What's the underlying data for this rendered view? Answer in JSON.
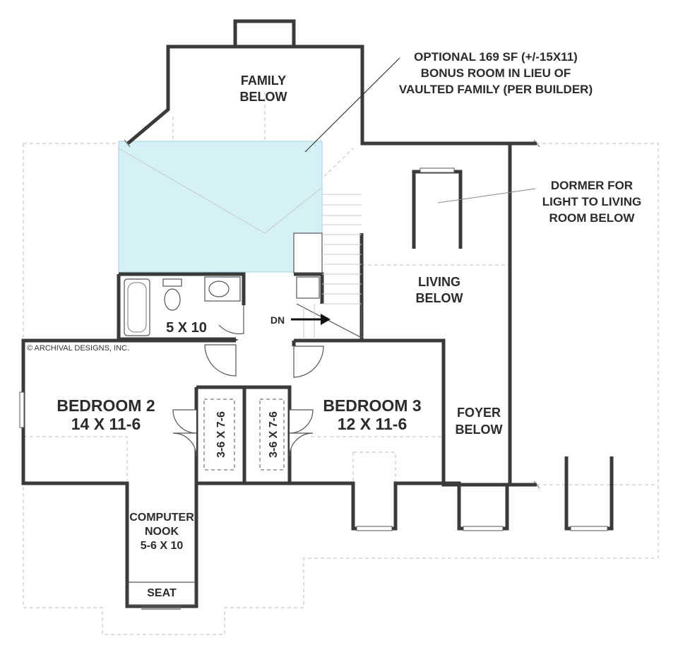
{
  "copyright": "© ARCHIVAL DESIGNS, INC.",
  "colors": {
    "wall": "#3a3a3a",
    "bonus_fill": "#d6f1f6",
    "bonus_stroke": "#9fd3de",
    "background": "#ffffff"
  },
  "rooms": {
    "family": {
      "line1": "FAMILY",
      "line2": "BELOW"
    },
    "living": {
      "line1": "LIVING",
      "line2": "BELOW"
    },
    "foyer": {
      "line1": "FOYER",
      "line2": "BELOW"
    },
    "bath": {
      "size": "5 X 10"
    },
    "bedroom2": {
      "name": "BEDROOM 2",
      "size": "14 X 11-6"
    },
    "bedroom3": {
      "name": "BEDROOM 3",
      "size": "12 X 11-6"
    },
    "nook": {
      "line1": "COMPUTER",
      "line2": "NOOK",
      "size": "5-6 X 10"
    },
    "seat": {
      "label": "SEAT"
    },
    "closet_left": {
      "size": "3-6 X 7-6"
    },
    "closet_right": {
      "size": "3-6 X 7-6"
    }
  },
  "stair": {
    "label": "DN"
  },
  "notes": {
    "bonus": [
      "OPTIONAL 169 SF (+/-15X11)",
      "BONUS ROOM IN LIEU OF",
      "VAULTED FAMILY (PER BUILDER)"
    ],
    "dormer": [
      "DORMER FOR",
      "LIGHT TO LIVING",
      "ROOM BELOW"
    ]
  }
}
